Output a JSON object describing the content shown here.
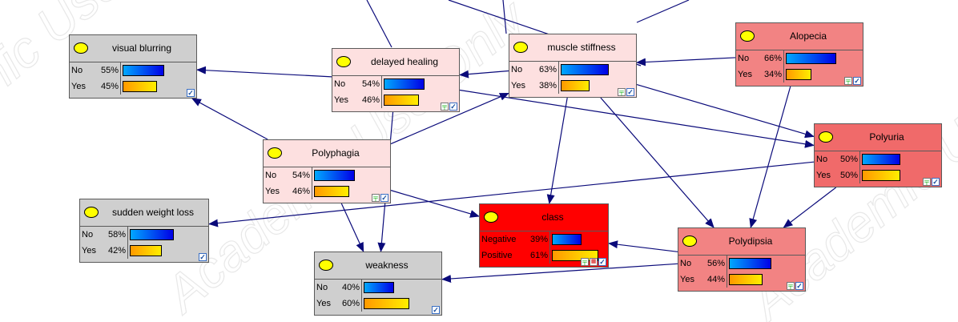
{
  "colors": {
    "grey": "#cfcfcf",
    "pink": "#fde0e0",
    "salmon": "#f28383",
    "coral": "#f06a6a",
    "red": "#ff0000",
    "edge": "#0a0a7a"
  },
  "nodes": {
    "visual_blurring": {
      "title": "visual blurring",
      "no_label": "No",
      "no_pct": "55%",
      "yes_label": "Yes",
      "yes_pct": "45%",
      "no_value": 0.55,
      "yes_value": 0.45
    },
    "delayed_healing": {
      "title": "delayed healing",
      "no_label": "No",
      "no_pct": "54%",
      "yes_label": "Yes",
      "yes_pct": "46%",
      "no_value": 0.54,
      "yes_value": 0.46
    },
    "muscle_stiffness": {
      "title": "muscle stiffness",
      "no_label": "No",
      "no_pct": "63%",
      "yes_label": "Yes",
      "yes_pct": "38%",
      "no_value": 0.63,
      "yes_value": 0.38
    },
    "alopecia": {
      "title": "Alopecia",
      "no_label": "No",
      "no_pct": "66%",
      "yes_label": "Yes",
      "yes_pct": "34%",
      "no_value": 0.66,
      "yes_value": 0.34
    },
    "polyphagia": {
      "title": "Polyphagia",
      "no_label": "No",
      "no_pct": "54%",
      "yes_label": "Yes",
      "yes_pct": "46%",
      "no_value": 0.54,
      "yes_value": 0.46
    },
    "polyuria": {
      "title": "Polyuria",
      "no_label": "No",
      "no_pct": "50%",
      "yes_label": "Yes",
      "yes_pct": "50%",
      "no_value": 0.5,
      "yes_value": 0.5
    },
    "sudden_weight_loss": {
      "title": "sudden weight loss",
      "no_label": "No",
      "no_pct": "58%",
      "yes_label": "Yes",
      "yes_pct": "42%",
      "no_value": 0.58,
      "yes_value": 0.42
    },
    "class": {
      "title": "class",
      "no_label": "Negative",
      "no_pct": "39%",
      "yes_label": "Positive",
      "yes_pct": "61%",
      "no_value": 0.39,
      "yes_value": 0.61
    },
    "polydipsia": {
      "title": "Polydipsia",
      "no_label": "No",
      "no_pct": "56%",
      "yes_label": "Yes",
      "yes_pct": "44%",
      "no_value": 0.56,
      "yes_value": 0.44
    },
    "weakness": {
      "title": "weakness",
      "no_label": "No",
      "no_pct": "40%",
      "yes_label": "Yes",
      "yes_pct": "60%",
      "no_value": 0.4,
      "yes_value": 0.6
    }
  },
  "edges": [
    [
      "delayed_healing",
      "visual_blurring"
    ],
    [
      "polyphagia",
      "visual_blurring"
    ],
    [
      "muscle_stiffness",
      "delayed_healing"
    ],
    [
      "polyphagia",
      "muscle_stiffness"
    ],
    [
      "delayed_healing",
      "polyuria"
    ],
    [
      "muscle_stiffness",
      "polyuria"
    ],
    [
      "alopecia",
      "muscle_stiffness"
    ],
    [
      "alopecia",
      "polydipsia"
    ],
    [
      "muscle_stiffness",
      "polydipsia"
    ],
    [
      "polyuria",
      "polydipsia"
    ],
    [
      "polyuria",
      "sudden_weight_loss"
    ],
    [
      "polyphagia",
      "weakness"
    ],
    [
      "delayed_healing",
      "weakness"
    ],
    [
      "polyphagia",
      "class"
    ],
    [
      "muscle_stiffness",
      "class"
    ],
    [
      "polydipsia",
      "class"
    ],
    [
      "polydipsia",
      "weakness"
    ]
  ],
  "watermark": "Academic Use Only"
}
